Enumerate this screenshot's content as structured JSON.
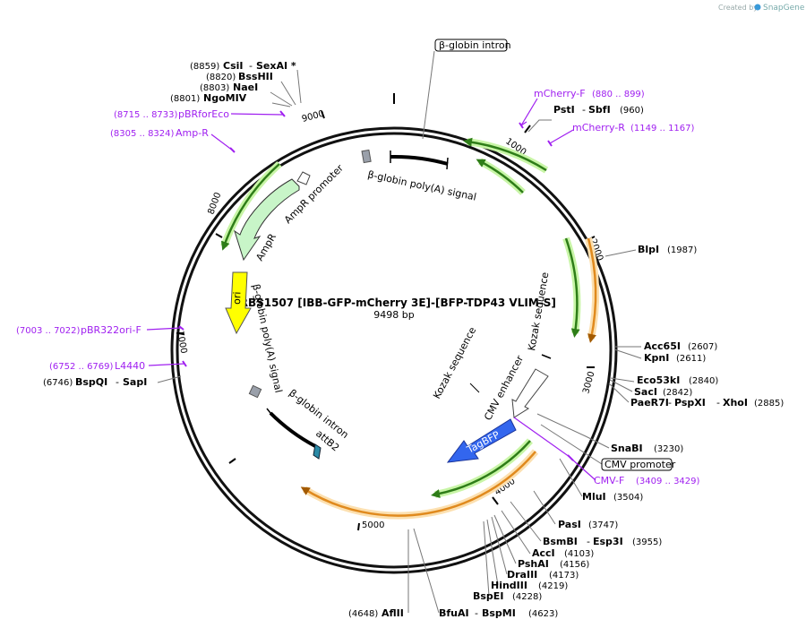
{
  "credit": {
    "prefix": "Created by",
    "brand": "SnapGene"
  },
  "plasmid": {
    "name": "pRBS1507 [IBB-GFP-mCherry 3E]-[BFP-TDP43 VLIM-S]",
    "length": "9498 bp"
  },
  "ticks": [
    "1000",
    "2000",
    "3000",
    "4000",
    "5000",
    "7000",
    "8000",
    "9000"
  ],
  "sites_right": [
    {
      "pos": "(960)",
      "name": "PstI",
      "alt": "SbfI"
    },
    {
      "pos": "(1987)",
      "name": "BlpI"
    },
    {
      "pos": "(2607)",
      "name": "Acc65I"
    },
    {
      "pos": "(2611)",
      "name": "KpnI"
    },
    {
      "pos": "(2840)",
      "name": "Eco53kI"
    },
    {
      "pos": "(2842)",
      "name": "SacI"
    },
    {
      "pos": "(2885)",
      "name": "PaeR7I",
      "alt": "PspXI",
      "alt2": "XhoI"
    },
    {
      "pos": "(3230)",
      "name": "SnaBI"
    },
    {
      "pos": "(3504)",
      "name": "MluI"
    },
    {
      "pos": "(3747)",
      "name": "PasI"
    },
    {
      "pos": "(3955)",
      "name": "BsmBI",
      "alt": "Esp3I"
    },
    {
      "pos": "(4103)",
      "name": "AccI"
    },
    {
      "pos": "(4156)",
      "name": "PshAI"
    },
    {
      "pos": "(4173)",
      "name": "DraIII"
    },
    {
      "pos": "(4219)",
      "name": "HindIII"
    },
    {
      "pos": "(4228)",
      "name": "BspEI"
    },
    {
      "pos": "(4623)",
      "name": "BfuAI",
      "alt": "BspMI"
    },
    {
      "pos": "(4648)",
      "name": "AflII"
    }
  ],
  "sites_left": [
    {
      "pos": "(8859)",
      "name": "CsiI",
      "alt": "SexAI *"
    },
    {
      "pos": "(8820)",
      "name": "BssHII"
    },
    {
      "pos": "(8803)",
      "name": "NaeI"
    },
    {
      "pos": "(8801)",
      "name": "NgoMIV"
    },
    {
      "pos": "(6746)",
      "name": "BspQI",
      "alt": "SapI"
    }
  ],
  "primers": [
    {
      "name": "mCherry-F",
      "range": "(880 .. 899)"
    },
    {
      "name": "mCherry-R",
      "range": "(1149 .. 1167)"
    },
    {
      "name": "pBRforEco",
      "range": "(8715 .. 8733)"
    },
    {
      "name": "Amp-R",
      "range": "(8305 .. 8324)"
    },
    {
      "name": "pBR322ori-F",
      "range": "(7003 .. 7022)"
    },
    {
      "name": "L4440",
      "range": "(6752 .. 6769)"
    },
    {
      "name": "CMV-F",
      "range": "(3409 .. 3429)"
    }
  ],
  "features": {
    "bglobin_intron_top": "β-globin intron",
    "bglobin_polyA_top": "β-globin poly(A) signal",
    "ampr_promoter": "AmpR promoter",
    "ampr": "AmpR",
    "ori": "ori",
    "bglobin_polyA_left": "β-globin poly(A) signal",
    "bglobin_intron_left": "β-globin intron",
    "attb2": "attB2",
    "kozak1": "Kozak sequence",
    "kozak2": "Kozak sequence",
    "cmv_enhancer": "CMV enhancer",
    "cmv_promoter": "CMV promoter",
    "tagbfp": "TagBFP"
  },
  "colors": {
    "primer": "#a020f0",
    "gfp": "#2e7d18",
    "gfp_glow": "#c8f5a6",
    "orange": "#e08a1e",
    "orange_glow": "#fce0b0",
    "ampr_fill": "#c8f5c8",
    "ori_fill": "#ffff00",
    "tagbfp": "#3366ee",
    "attb2": "#2a8aa6"
  }
}
